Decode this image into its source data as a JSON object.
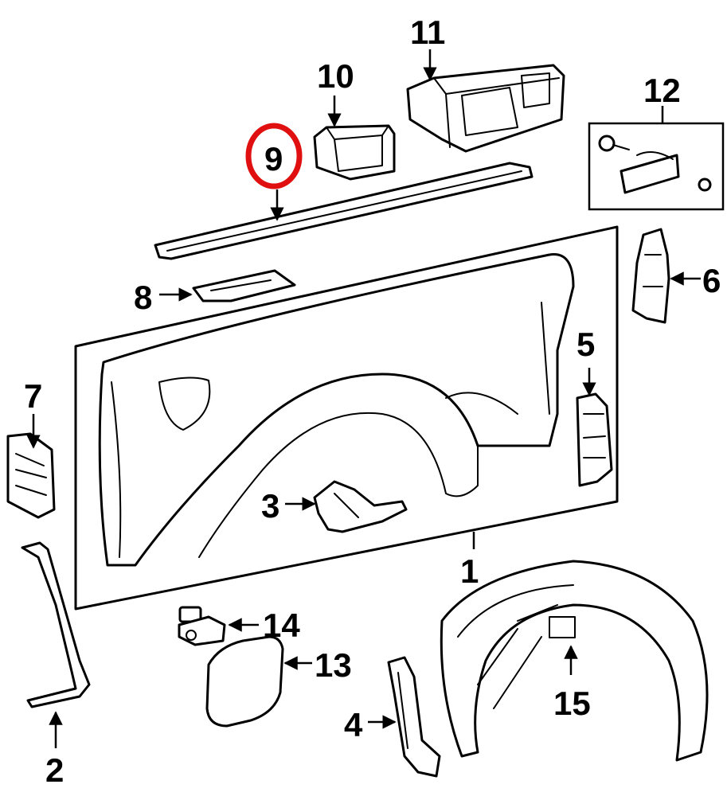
{
  "highlight_color": "#e01010",
  "callouts": {
    "c1": "1",
    "c2": "2",
    "c3": "3",
    "c4": "4",
    "c5": "5",
    "c6": "6",
    "c7": "7",
    "c8": "8",
    "c9": "9",
    "c10": "10",
    "c11": "11",
    "c12": "12",
    "c13": "13",
    "c14": "14",
    "c15": "15"
  },
  "highlighted_callout": "9"
}
